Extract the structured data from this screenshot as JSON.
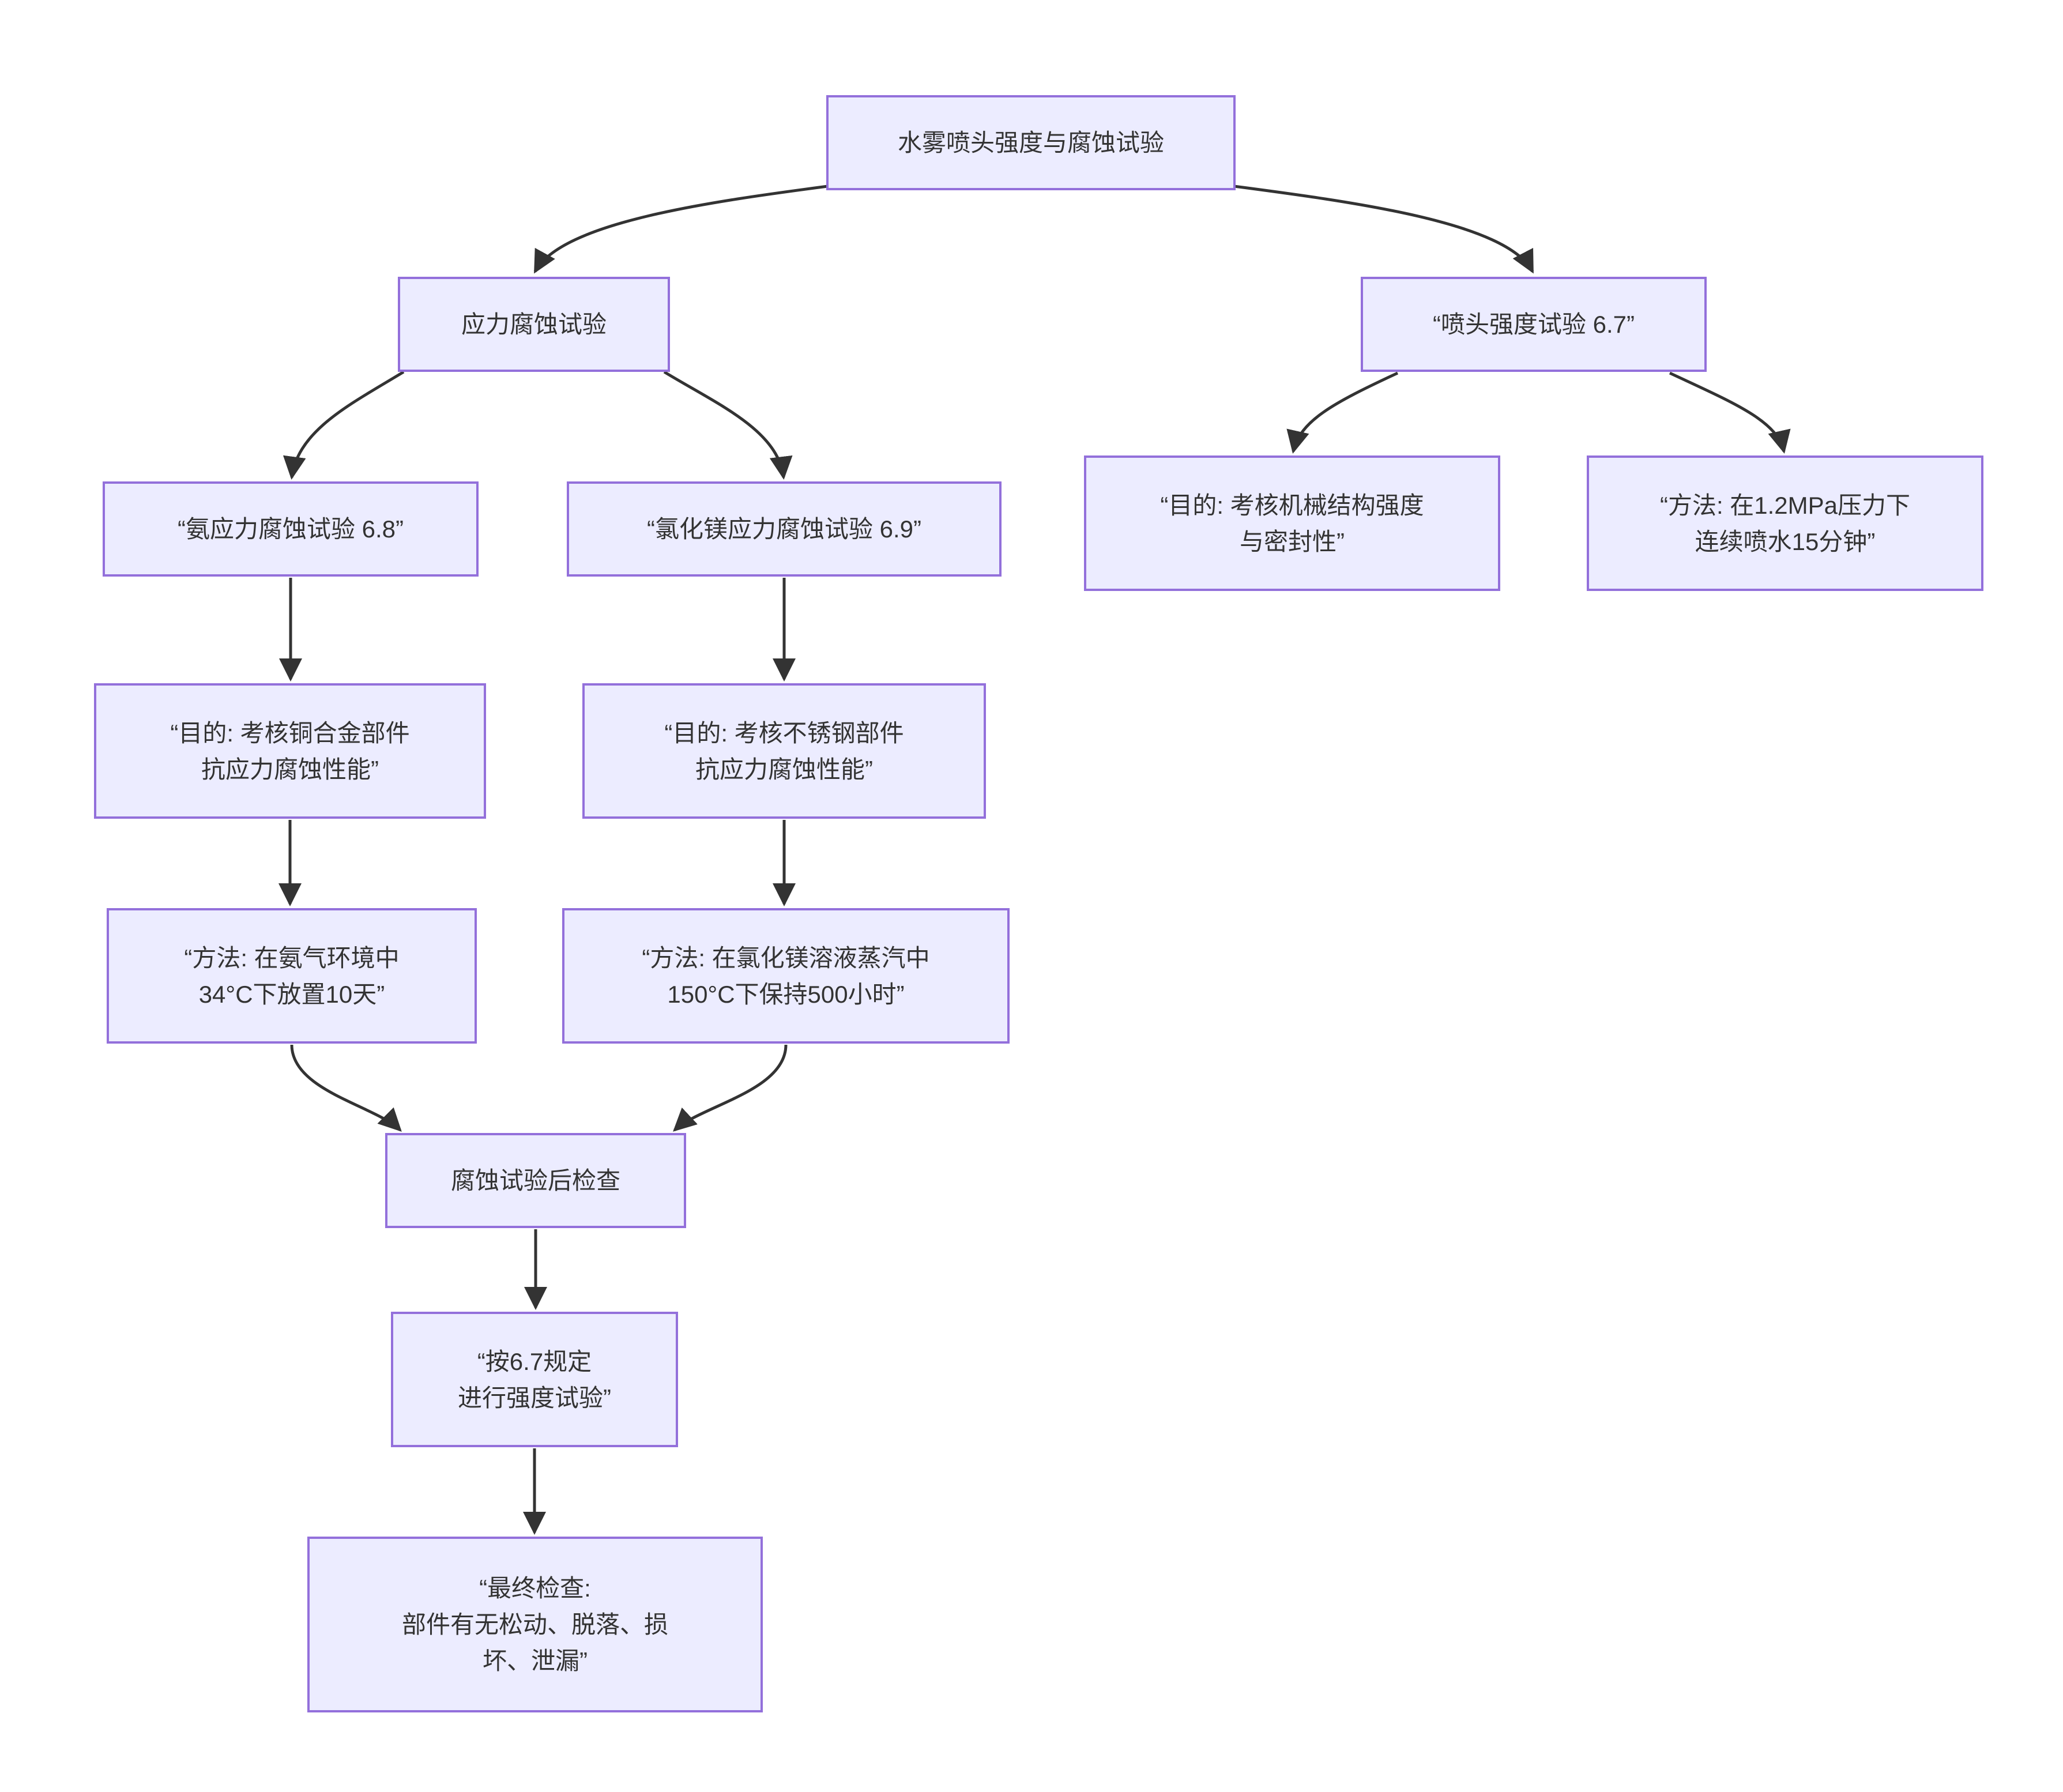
{
  "diagram": {
    "type": "flowchart",
    "direction": "top-down",
    "background_color": "#ffffff",
    "node_fill_color": "#ECECFF",
    "node_border_color": "#9370DB",
    "node_text_color": "#333333",
    "edge_color": "#333333"
  },
  "nodes": {
    "root": {
      "label": "水雾喷头强度与腐蚀试验"
    },
    "stress": {
      "label": "应力腐蚀试验"
    },
    "nozzle": {
      "label": "“喷头强度试验 6.7”"
    },
    "ammonia": {
      "label": "“氨应力腐蚀试验 6.8”"
    },
    "mgcl": {
      "label": "“氯化镁应力腐蚀试验 6.9”"
    },
    "nozzle_purpose": {
      "label": "“目的: 考核机械结构强度\n与密封性”"
    },
    "nozzle_method": {
      "label": "“方法: 在1.2MPa压力下\n连续喷水15分钟”"
    },
    "copper_purpose": {
      "label": "“目的: 考核铜合金部件\n抗应力腐蚀性能”"
    },
    "steel_purpose": {
      "label": "“目的: 考核不锈钢部件\n抗应力腐蚀性能”"
    },
    "ammonia_method": {
      "label": "“方法: 在氨气环境中\n34°C下放置10天”"
    },
    "mgcl_method": {
      "label": "“方法: 在氯化镁溶液蒸汽中\n150°C下保持500小时”"
    },
    "inspection": {
      "label": "腐蚀试验后检查"
    },
    "strength_test": {
      "label": "“按6.7规定\n进行强度试验”"
    },
    "final_check": {
      "label": "“最终检查:\n部件有无松动、脱落、损\n坏、泄漏”"
    }
  },
  "edges": [
    {
      "from": "root",
      "to": "stress"
    },
    {
      "from": "root",
      "to": "nozzle"
    },
    {
      "from": "stress",
      "to": "ammonia"
    },
    {
      "from": "stress",
      "to": "mgcl"
    },
    {
      "from": "nozzle",
      "to": "nozzle_purpose"
    },
    {
      "from": "nozzle",
      "to": "nozzle_method"
    },
    {
      "from": "ammonia",
      "to": "copper_purpose"
    },
    {
      "from": "mgcl",
      "to": "steel_purpose"
    },
    {
      "from": "copper_purpose",
      "to": "ammonia_method"
    },
    {
      "from": "steel_purpose",
      "to": "mgcl_method"
    },
    {
      "from": "ammonia_method",
      "to": "inspection"
    },
    {
      "from": "mgcl_method",
      "to": "inspection"
    },
    {
      "from": "inspection",
      "to": "strength_test"
    },
    {
      "from": "strength_test",
      "to": "final_check"
    }
  ]
}
